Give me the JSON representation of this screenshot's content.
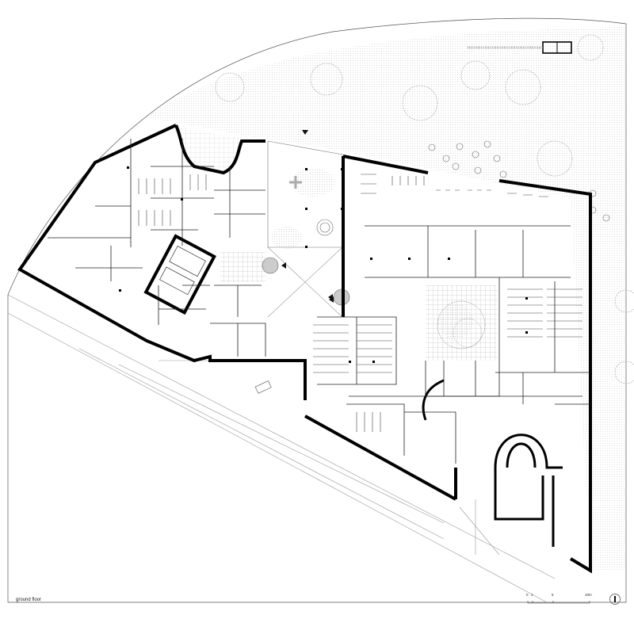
{
  "drawing": {
    "title": "ground floor",
    "type": "architectural floor plan",
    "scale_bar": {
      "ticks": [
        "0",
        "1",
        "5",
        "10m"
      ]
    },
    "north_arrow": "north-arrow-icon"
  },
  "colors": {
    "wall": "#000000",
    "line": "#333333",
    "light_line": "#9a9a9a",
    "hatch": "#cfcfcf",
    "column_fill": "#cccccc",
    "background": "#ffffff"
  }
}
